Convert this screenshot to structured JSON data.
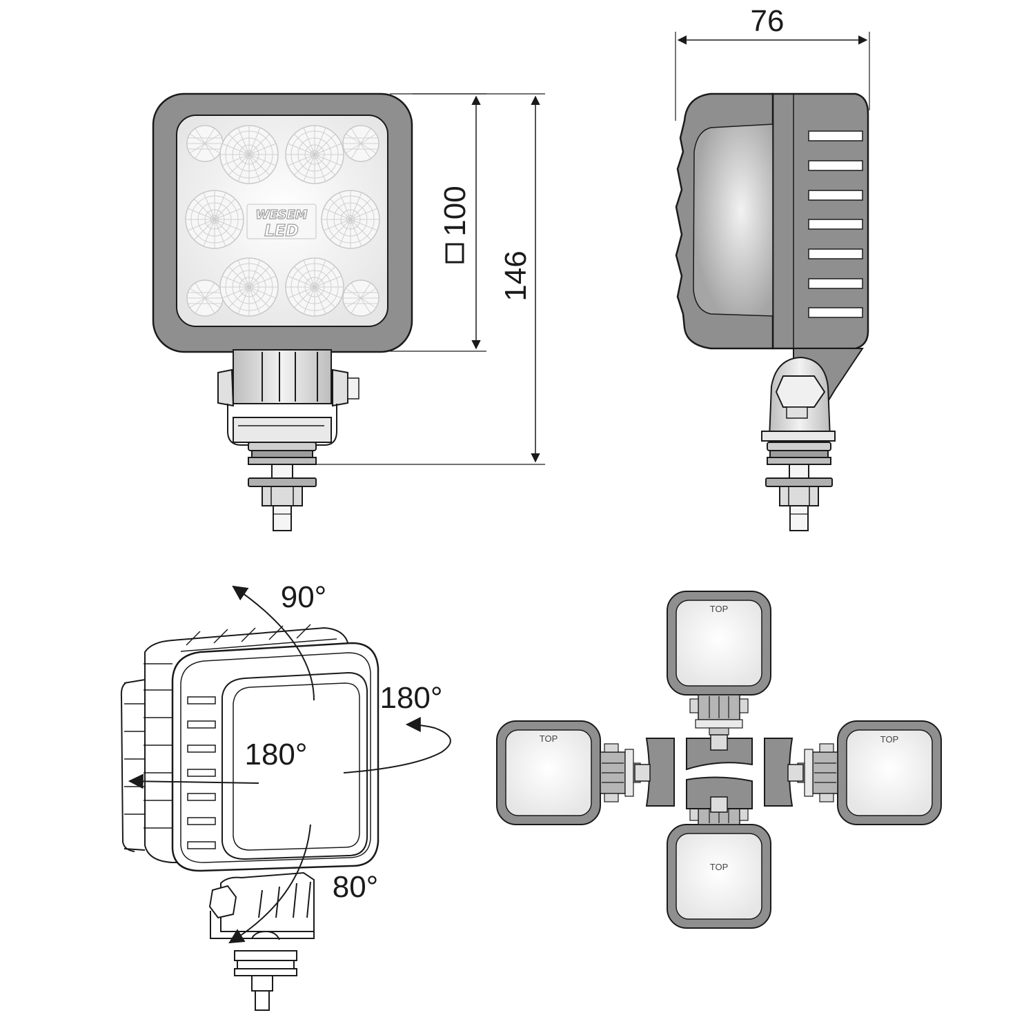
{
  "dimensions": {
    "depth": "76",
    "square_size": "100",
    "total_height": "146"
  },
  "brand": {
    "line1": "WESEM",
    "line2": "LED"
  },
  "rotation": {
    "tilt_top": "90°",
    "rotate_right": "180°",
    "rotate_center": "180°",
    "tilt_bottom": "80°"
  },
  "mounting": {
    "top_label": "TOP"
  },
  "colors": {
    "housing": "#8f8f8f",
    "housing_dark": "#6f6f6f",
    "lens": "#f5f5f5",
    "outline": "#1a1a1a"
  }
}
